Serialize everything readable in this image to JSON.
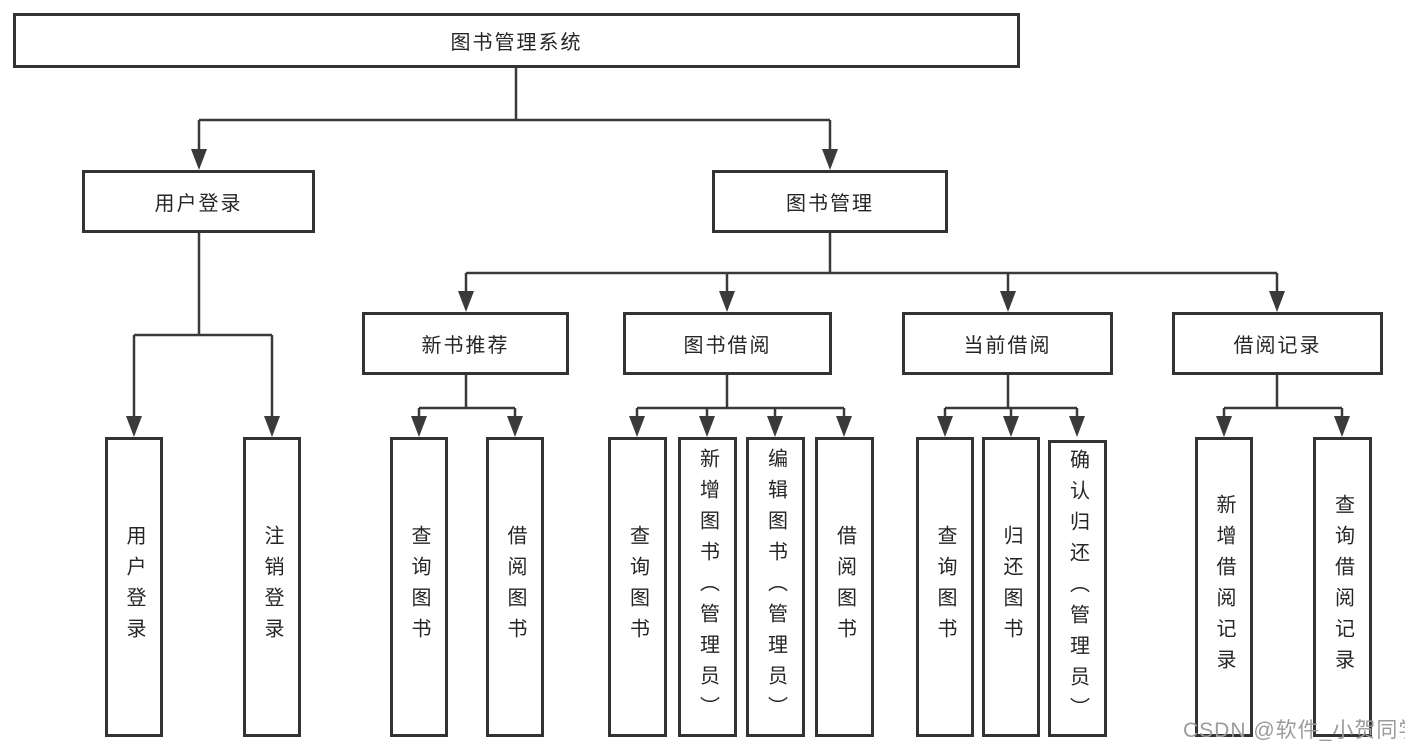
{
  "diagram": {
    "root": {
      "label": "图书管理系统"
    },
    "user_login": {
      "label": "用户登录",
      "children": [
        "用户登录",
        "注销登录"
      ]
    },
    "book_management": {
      "label": "图书管理",
      "sections": {
        "new_book": {
          "label": "新书推荐",
          "children": [
            "查询图书",
            "借阅图书"
          ]
        },
        "borrowing": {
          "label": "图书借阅",
          "children": [
            "查询图书",
            "新增图书（管理员）",
            "编辑图书（管理员）",
            "借阅图书"
          ]
        },
        "current": {
          "label": "当前借阅",
          "children": [
            "查询图书",
            "归还图书",
            "确认归还（管理员）"
          ]
        },
        "records": {
          "label": "借阅记录",
          "children": [
            "新增借阅记录",
            "查询借阅记录"
          ]
        }
      }
    }
  },
  "watermark": {
    "text": "CSDN @软件_小贺同学"
  },
  "colors": {
    "line": "#3a3a3a",
    "border": "#333333",
    "text": "#262626",
    "watermark": "#9b9b9b",
    "background": "#ffffff"
  }
}
